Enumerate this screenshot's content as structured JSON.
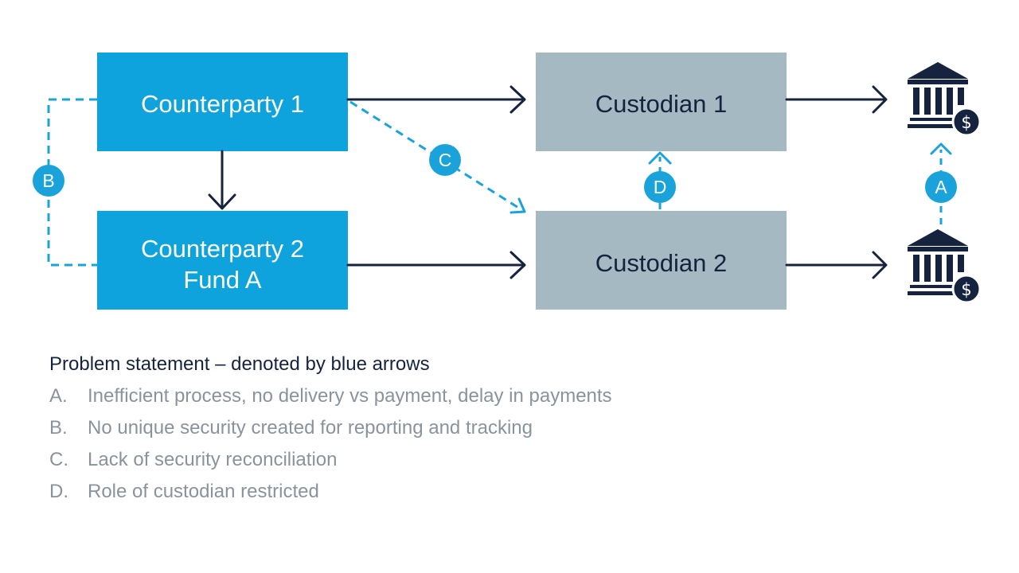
{
  "diagram": {
    "nodes": {
      "counterparty1": {
        "label": "Counterparty 1"
      },
      "counterparty2": {
        "line1": "Counterparty 2",
        "line2": "Fund A"
      },
      "custodian1": {
        "label": "Custodian 1"
      },
      "custodian2": {
        "label": "Custodian 2"
      },
      "bank1": {
        "icon": "bank-dollar-icon"
      },
      "bank2": {
        "icon": "bank-dollar-icon"
      }
    },
    "badges": {
      "a": "A",
      "b": "B",
      "c": "C",
      "d": "D"
    },
    "colors": {
      "counterparty_fill": "#0ea3dc",
      "custodian_fill": "#a4b9c1",
      "solid_arrow": "#16233f",
      "dashed_arrow": "#1aa3db",
      "badge_fill": "#1aa3db",
      "bank_icon": "#16233f"
    }
  },
  "legend": {
    "title": "Problem statement – denoted by blue arrows",
    "items": [
      {
        "letter": "A.",
        "text": "Inefficient process, no delivery vs payment, delay in payments"
      },
      {
        "letter": "B.",
        "text": "No unique security created for reporting and tracking"
      },
      {
        "letter": "C.",
        "text": "Lack of security reconciliation"
      },
      {
        "letter": "D.",
        "text": "Role of custodian restricted"
      }
    ]
  }
}
